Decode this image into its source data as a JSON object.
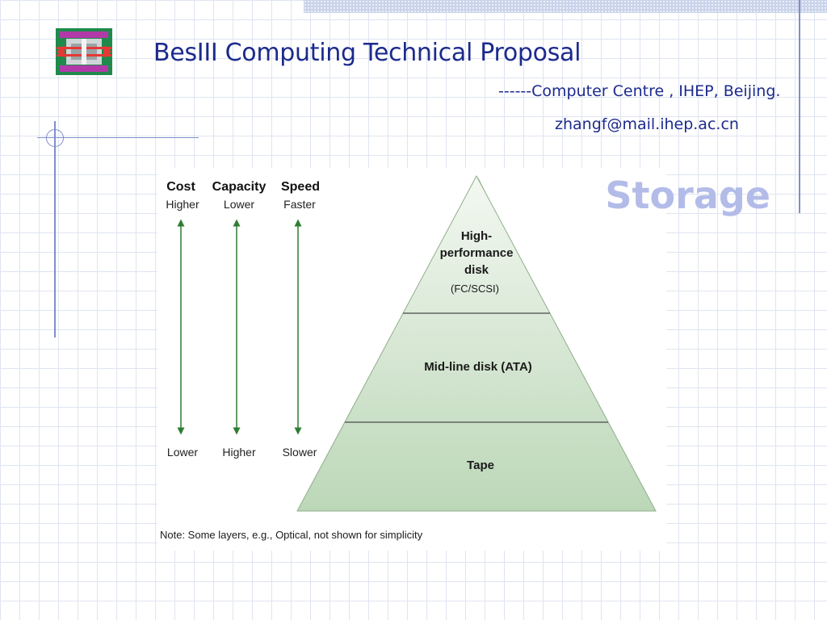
{
  "slide": {
    "title": "BesIII Computing Technical Proposal",
    "subtitle_line1": "------Computer Centre , IHEP, Beijing.",
    "subtitle_line2": "zhangf@mail.ihep.ac.cn",
    "heading": "Storage"
  },
  "diagram": {
    "columns": [
      {
        "header": "Cost",
        "top": "Higher",
        "bottom": "Lower"
      },
      {
        "header": "Capacity",
        "top": "Lower",
        "bottom": "Higher"
      },
      {
        "header": "Speed",
        "top": "Faster",
        "bottom": "Slower"
      }
    ],
    "tiers": [
      {
        "line1": "High-",
        "line2": "performance",
        "line3": "disk",
        "note": "(FC/SCSI)"
      },
      {
        "label": "Mid-line disk (ATA)"
      },
      {
        "label": "Tape"
      }
    ],
    "note": "Note: Some layers, e.g., Optical, not shown for simplicity"
  },
  "colors": {
    "title": "#1c2a8c",
    "heading": "#b3bce8",
    "pyramid_face": "#d6e6d3",
    "pyramid_side": "#2e7d2e",
    "arrow": "#2e7d32"
  }
}
